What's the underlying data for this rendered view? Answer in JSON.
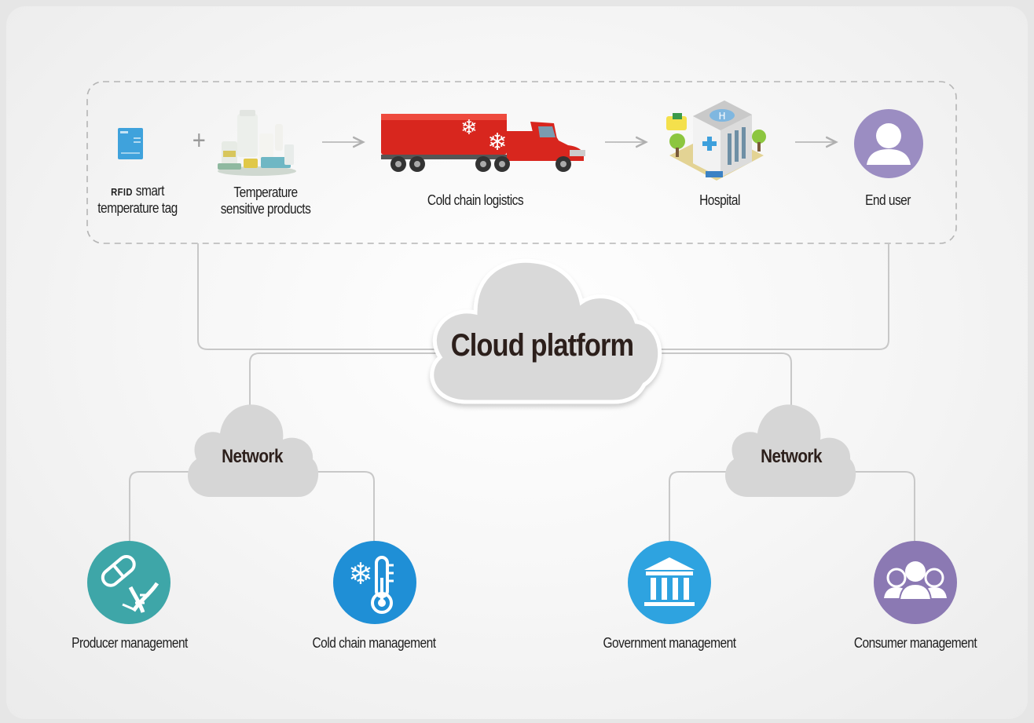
{
  "supply_chain": {
    "rfid_tag": {
      "abbr": "RFID",
      "line1": "smart",
      "line2": "temperature tag"
    },
    "products": {
      "line1": "Temperature",
      "line2": "sensitive products"
    },
    "logistics": "Cold chain logistics",
    "hospital": "Hospital",
    "end_user": "End user",
    "plus_sign": "+"
  },
  "cloud": {
    "title": "Cloud platform"
  },
  "networks": [
    {
      "label": "Network"
    },
    {
      "label": "Network"
    }
  ],
  "management": [
    {
      "label": "Producer management",
      "icon": "pill-dna-icon",
      "color": "#3ea6a8"
    },
    {
      "label": "Cold chain management",
      "icon": "snowflake-thermometer-icon",
      "color": "#1f8fd6"
    },
    {
      "label": "Government management",
      "icon": "government-building-icon",
      "color": "#2ea3e0"
    },
    {
      "label": "Consumer management",
      "icon": "people-group-icon",
      "color": "#8b79b3"
    }
  ],
  "colors": {
    "connector": "#c8c8c8",
    "dashed_frame": "#b5b5b5",
    "cloud_fill": "#d7d7d7",
    "end_user": "#9b8dc2",
    "truck_red": "#d8261e"
  }
}
